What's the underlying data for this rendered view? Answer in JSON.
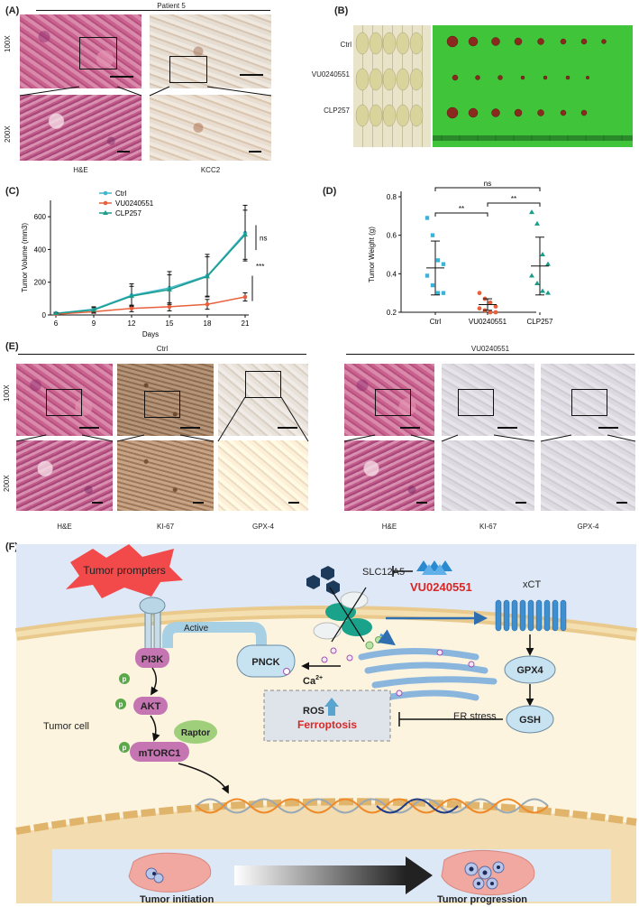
{
  "panel_a": {
    "label": "(A)",
    "title": "Patient 5",
    "row_labels": [
      "100X",
      "200X"
    ],
    "col_labels": [
      "H&E",
      "KCC2"
    ]
  },
  "panel_b": {
    "label": "(B)",
    "row_labels": [
      "Ctrl",
      "VU0240551",
      "CLP257"
    ]
  },
  "panel_c": {
    "label": "(C)",
    "chart_data": {
      "type": "line",
      "xlabel": "Days",
      "ylabel": "Tumor Volume (mm3)",
      "x": [
        6,
        9,
        12,
        15,
        18,
        21
      ],
      "ylim": [
        0,
        700
      ],
      "yticks": [
        0,
        200,
        400,
        600
      ],
      "series": [
        {
          "name": "Ctrl",
          "color": "#3fb7cc",
          "values": [
            10,
            35,
            120,
            165,
            240,
            500
          ],
          "err": [
            5,
            15,
            70,
            100,
            130,
            170
          ]
        },
        {
          "name": "VU0240551",
          "color": "#e8603c",
          "values": [
            5,
            20,
            40,
            50,
            65,
            110
          ],
          "err": [
            3,
            10,
            20,
            25,
            30,
            25
          ]
        },
        {
          "name": "CLP257",
          "color": "#1a9c8a",
          "values": [
            10,
            30,
            115,
            155,
            235,
            490
          ],
          "err": [
            5,
            15,
            60,
            90,
            120,
            150
          ]
        }
      ],
      "annotations": [
        "ns",
        "***"
      ]
    }
  },
  "panel_d": {
    "label": "(D)",
    "chart_data": {
      "type": "scatter",
      "ylabel": "Tumor Weight (g)",
      "categories": [
        "Ctrl",
        "VU0240551",
        "CLP257"
      ],
      "ylim": [
        0.2,
        0.8
      ],
      "yticks": [
        0.2,
        0.4,
        0.6,
        0.8
      ],
      "colors": [
        "#3ab3d8",
        "#e8603c",
        "#1a9c8a"
      ],
      "points": [
        [
          0.69,
          0.6,
          0.47,
          0.45,
          0.39,
          0.34,
          0.3,
          0.3
        ],
        [
          0.3,
          0.27,
          0.25,
          0.23,
          0.22,
          0.21,
          0.2,
          0.2
        ],
        [
          0.72,
          0.66,
          0.5,
          0.45,
          0.39,
          0.35,
          0.31,
          0.3
        ]
      ],
      "means": [
        0.43,
        0.24,
        0.44
      ],
      "sd": [
        0.14,
        0.03,
        0.15
      ],
      "significance": [
        "ns",
        "**",
        "**"
      ]
    }
  },
  "panel_e": {
    "label": "(E)",
    "group_left": "Ctrl",
    "group_right": "VU0240551",
    "row_labels": [
      "100X",
      "200X"
    ],
    "col_labels_left": [
      "H&E",
      "KI-67",
      "GPX-4"
    ],
    "col_labels_right": [
      "H&E",
      "KI-67",
      "GPX-4"
    ]
  },
  "panel_f": {
    "label": "(F)",
    "tumor_prompters": "Tumor  prompters",
    "slc12a5": "SLC12A5",
    "vu_drug": "VU0240551",
    "xct": "xCT",
    "active": "Active",
    "pi3k": "PI3K",
    "akt": "AKT",
    "raptor": "Raptor",
    "mtorc1": "mTORC1",
    "pnck": "PNCK",
    "ca": "Ca",
    "ca_sup": "2+",
    "er_stress": "ER stress",
    "gpx4": "GPX4",
    "gsh": "GSH",
    "ros": "ROS",
    "ferroptosis": "Ferroptosis",
    "tumor_cell": "Tumor cell",
    "p": "p",
    "tumor_initiation": "Tumor initiation",
    "tumor_progression": "Tumor progression"
  }
}
